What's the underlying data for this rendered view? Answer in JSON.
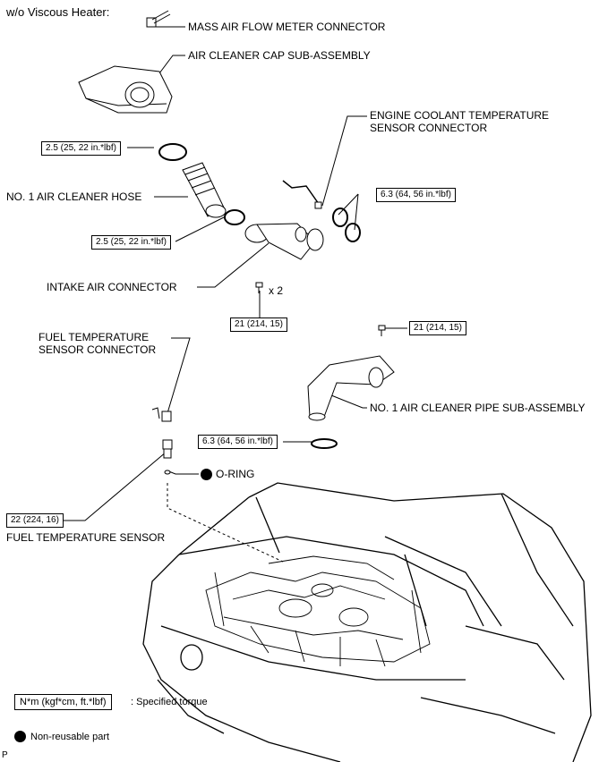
{
  "header": "w/o Viscous Heater:",
  "labels": {
    "maf_connector": "MASS AIR FLOW METER CONNECTOR",
    "air_cleaner_cap": "AIR CLEANER CAP SUB-ASSEMBLY",
    "ect_connector_line1": "ENGINE COOLANT TEMPERATURE",
    "ect_connector_line2": "SENSOR CONNECTOR",
    "hose": "NO. 1 AIR CLEANER HOSE",
    "intake_connector": "INTAKE AIR CONNECTOR",
    "fuel_temp_connector_line1": "FUEL TEMPERATURE",
    "fuel_temp_connector_line2": "SENSOR CONNECTOR",
    "air_cleaner_pipe": "NO. 1 AIR CLEANER PIPE SUB-ASSEMBLY",
    "o_ring": "O-RING",
    "fuel_temp_sensor": "FUEL TEMPERATURE SENSOR",
    "bolt_qty": "x 2"
  },
  "torques": {
    "clamp_upper": "2.5 (25, 22 in.*lbf)",
    "clamp_lower": "2.5 (25, 22 in.*lbf)",
    "clamp_right": "6.3 (64, 56 in.*lbf)",
    "bolt_intake": "21 (214, 15)",
    "bolt_pipe": "21 (214, 15)",
    "clamp_pipe": "6.3 (64, 56 in.*lbf)",
    "sensor": "22 (224, 16)"
  },
  "legend": {
    "torque_box": "N*m (kgf*cm, ft.*lbf)",
    "torque_desc": ": Specified torque",
    "nonreusable": "Non-reusable part"
  },
  "footer_code": "P"
}
